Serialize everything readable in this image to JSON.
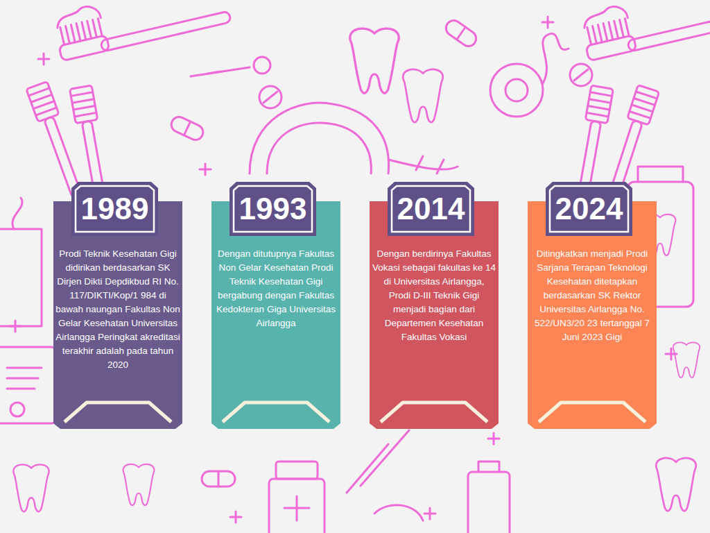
{
  "diagram": {
    "nodes": [
      {
        "text": [
          "1989",
          "Prodi Teknik Kesehatan Gigi didirikan berdasarkan SK Dirjen Dikti Depdikbud RI No. 117/DIKTI/Kop/1 984 di bawah naungan Fakultas Non Gelar Kesehatan Universitas Airlangga Peringkat akreditasi terakhir adalah pada tahun 2020"
        ]
      },
      {
        "text": [
          "1993",
          "Dengan ditutupnya Fakultas Non Gelar Kesehatan Prodi Teknik Kesehatan Gigi bergabung dengan Fakultas Kedokteran Giga Universitas Airlangga"
        ]
      },
      {
        "text": [
          "2014",
          "Dengan berdirinya Fakultas Vokasi sebagai fakultas ke 14 di Universitas Airlangga, Prodi D-III Teknik Gigi menjadi bagian dari Departemen Kesehatan Fakultas Vokasi"
        ]
      },
      {
        "text": [
          "2024",
          "Ditingkatkan menjadi Prodi Sarjana Terapan Teknologi Kesehatan ditetapkan berdasarkan SK Rektor Universitas Airlangga No. 522/UN3/20 23 tertanggal 7 Juni 2023 Gigi"
        ]
      }
    ]
  }
}
